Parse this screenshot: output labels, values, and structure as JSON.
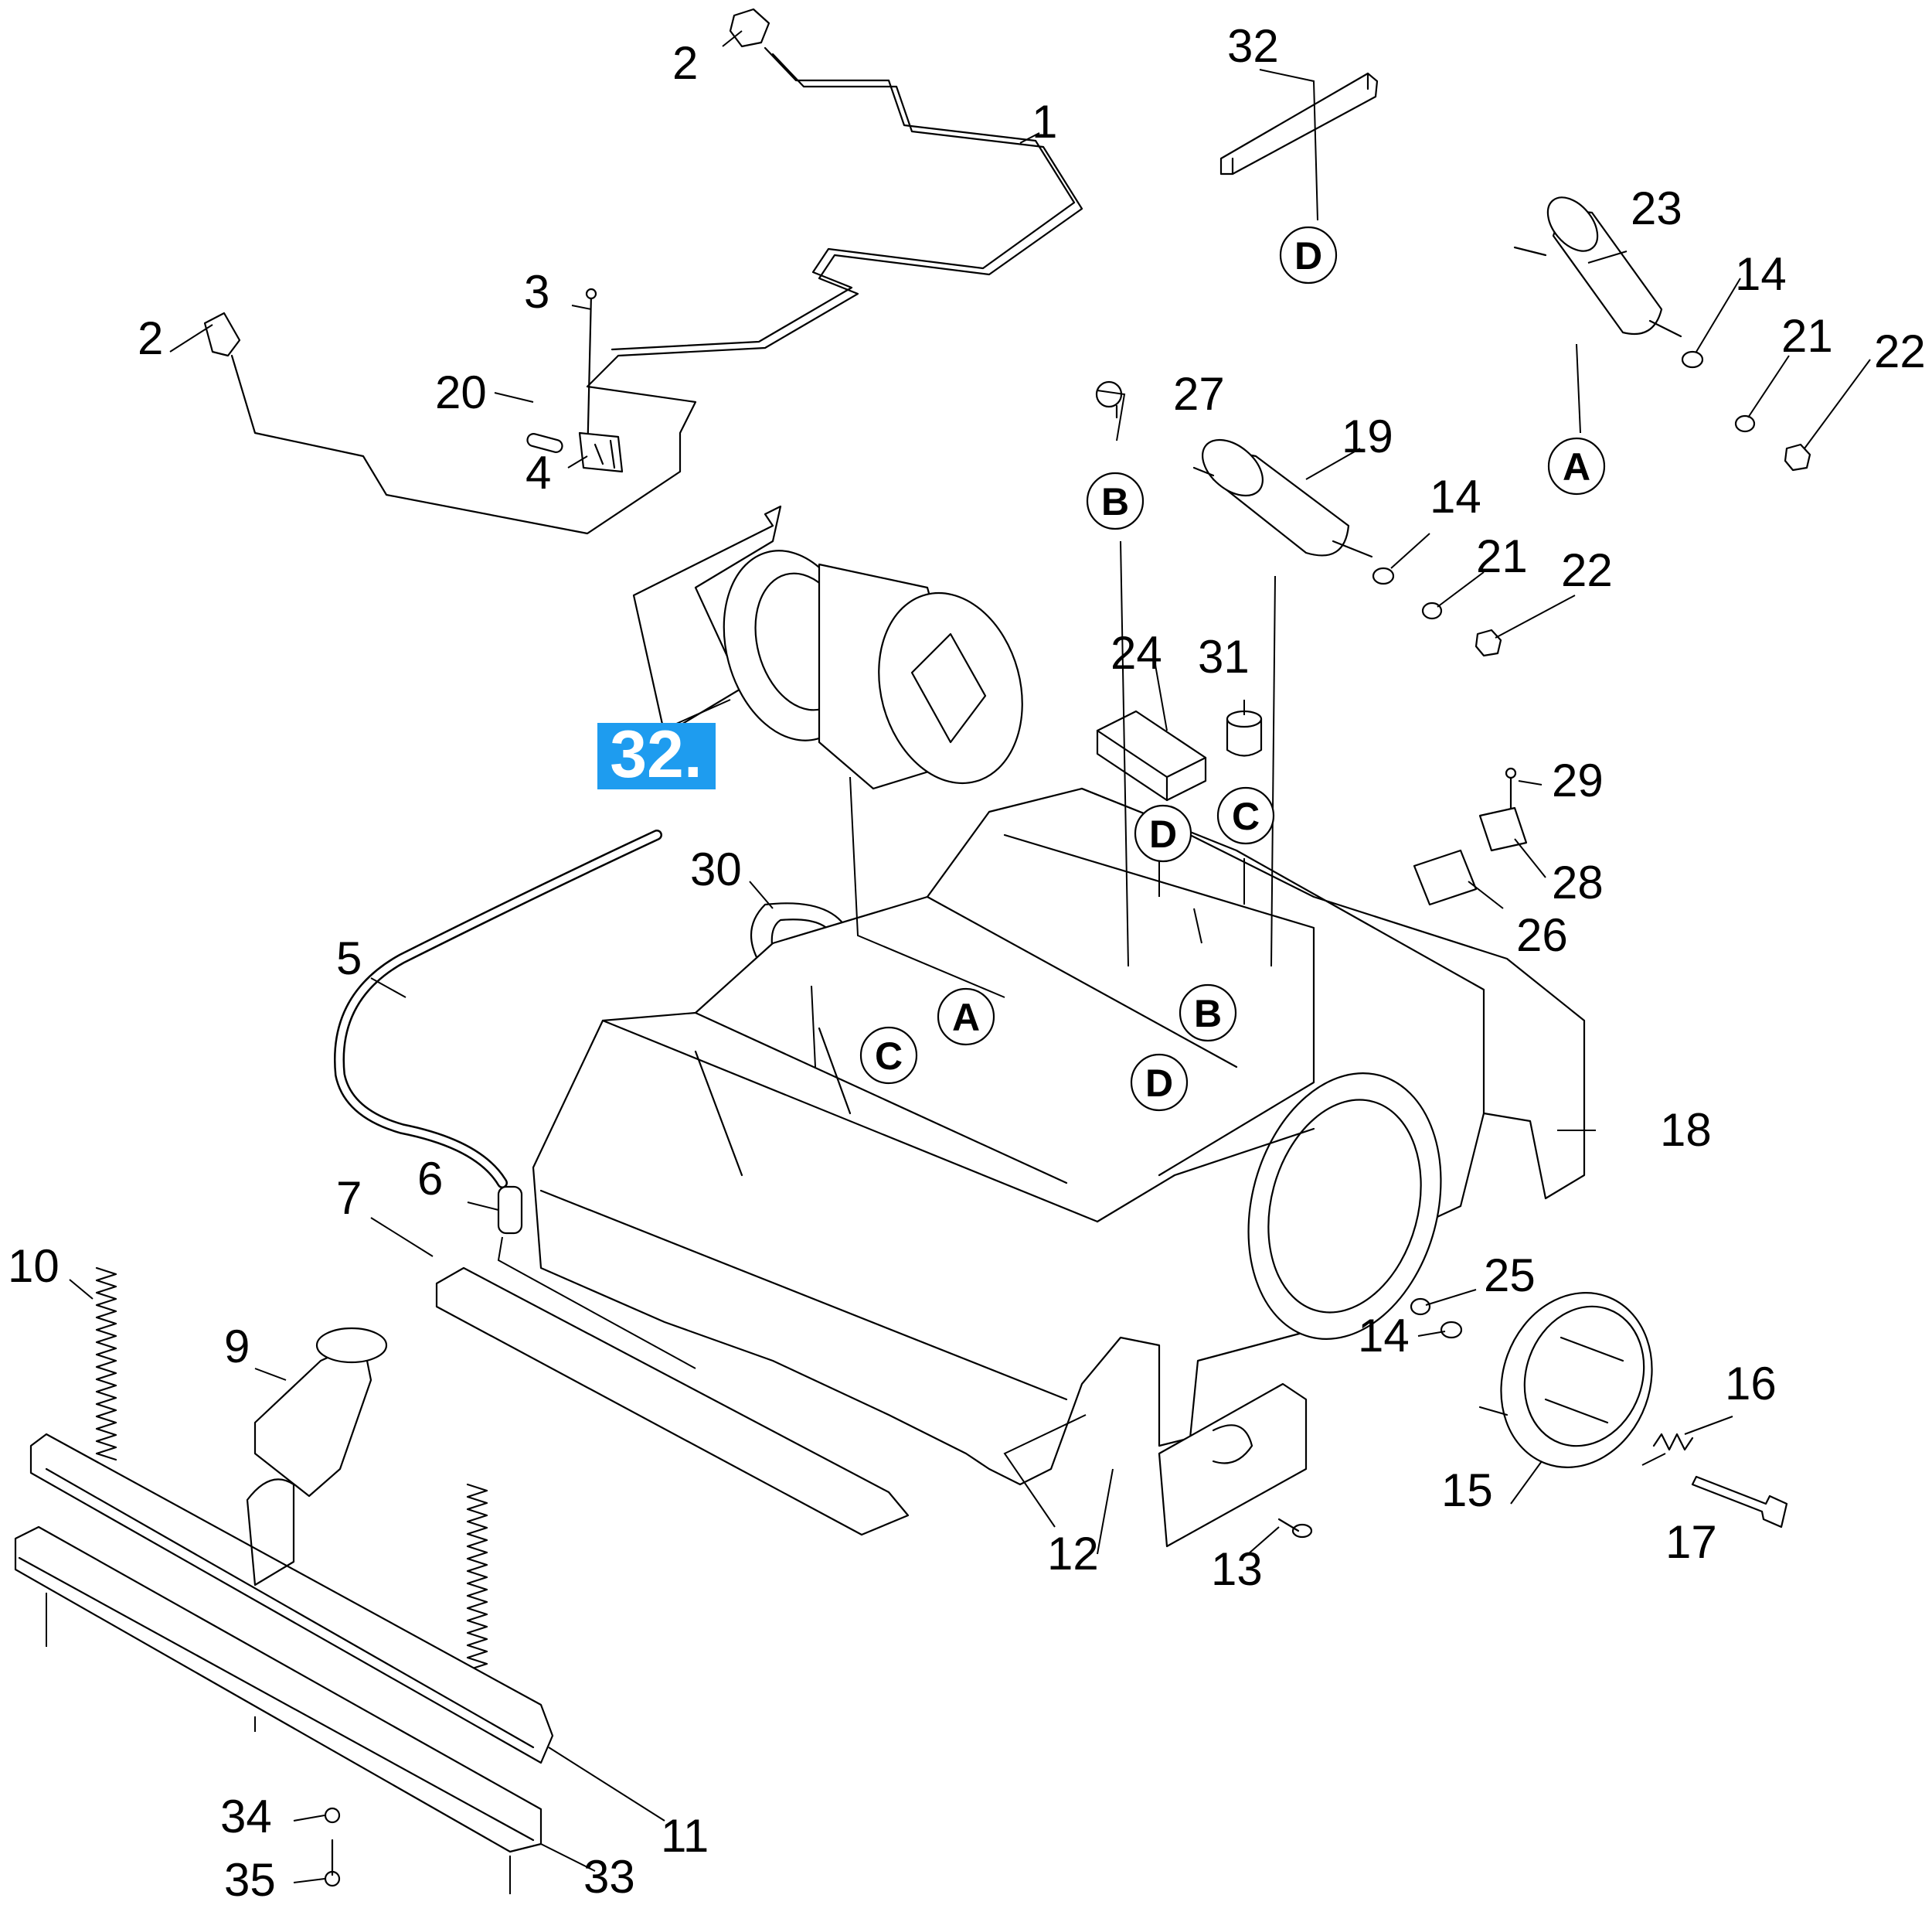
{
  "badge": {
    "label": "32.",
    "color": "#1e9cef"
  },
  "callouts": {
    "n1": "1",
    "n2a": "2",
    "n2b": "2",
    "n3": "3",
    "n4": "4",
    "n5": "5",
    "n6": "6",
    "n7": "7",
    "n9": "9",
    "n10": "10",
    "n11": "11",
    "n12": "12",
    "n13": "13",
    "n14a": "14",
    "n14b": "14",
    "n14c": "14",
    "n15": "15",
    "n16": "16",
    "n17": "17",
    "n18": "18",
    "n19": "19",
    "n20": "20",
    "n21a": "21",
    "n21b": "21",
    "n22a": "22",
    "n22b": "22",
    "n23": "23",
    "n24": "24",
    "n25": "25",
    "n26": "26",
    "n27": "27",
    "n28": "28",
    "n29": "29",
    "n30": "30",
    "n31": "31",
    "n32": "32",
    "n33": "33",
    "n34": "34",
    "n35": "35"
  },
  "markers": {
    "d_top": "D",
    "a_top": "A",
    "b_top": "B",
    "c_mid": "C",
    "d_mid": "D",
    "a_mid": "A",
    "b_mid": "B",
    "c_low": "C",
    "d_low": "D"
  }
}
